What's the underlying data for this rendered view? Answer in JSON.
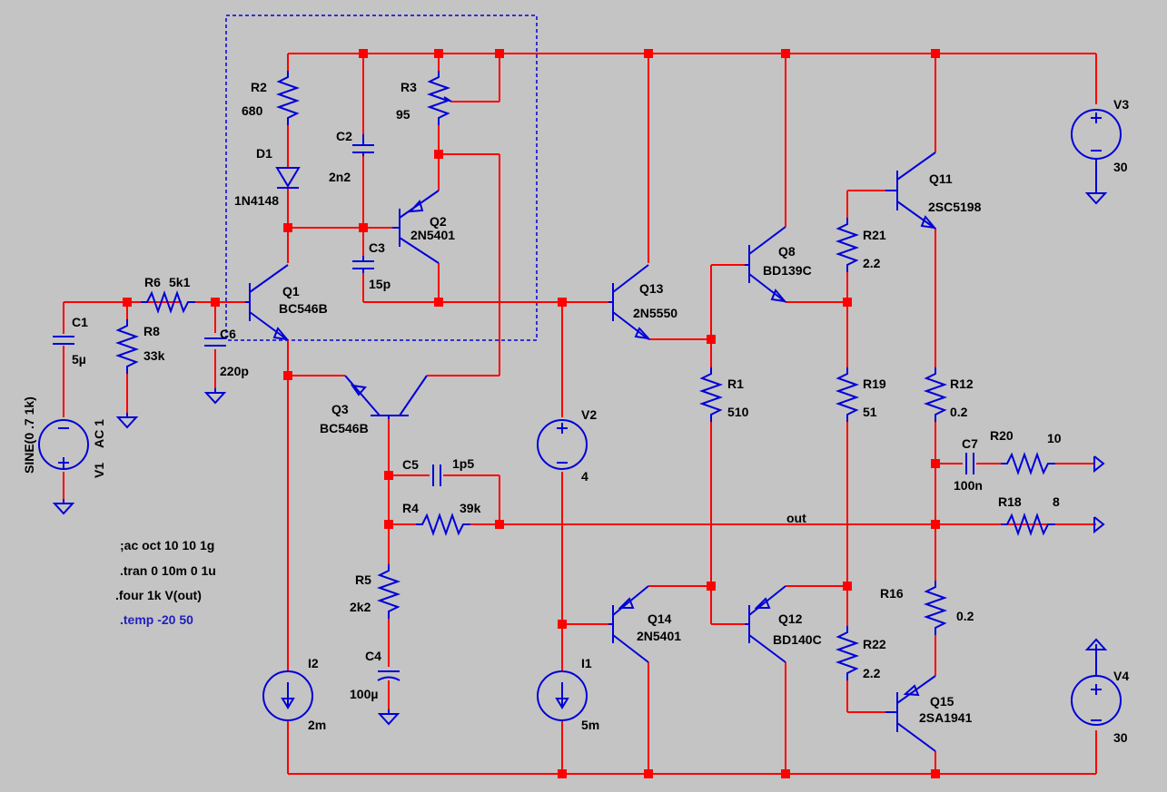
{
  "schematic": {
    "components": [
      {
        "ref": "R2",
        "value": "680"
      },
      {
        "ref": "D1",
        "value": "1N4148"
      },
      {
        "ref": "C2",
        "value": "2n2"
      },
      {
        "ref": "R3",
        "value": "95"
      },
      {
        "ref": "Q2",
        "value": "2N5401"
      },
      {
        "ref": "C3",
        "value": "15p"
      },
      {
        "ref": "R6",
        "value": "5k1"
      },
      {
        "ref": "Q1",
        "value": "BC546B"
      },
      {
        "ref": "C1",
        "value": "5µ"
      },
      {
        "ref": "R8",
        "value": "33k"
      },
      {
        "ref": "C6",
        "value": "220p"
      },
      {
        "ref": "V1",
        "value": "SINE(0 .7 1k)",
        "extra": "AC 1"
      },
      {
        "ref": "Q3",
        "value": "BC546B"
      },
      {
        "ref": "C5",
        "value": "1p5"
      },
      {
        "ref": "R4",
        "value": "39k"
      },
      {
        "ref": "R5",
        "value": "2k2"
      },
      {
        "ref": "C4",
        "value": "100µ"
      },
      {
        "ref": "I2",
        "value": "2m"
      },
      {
        "ref": "V2",
        "value": "4"
      },
      {
        "ref": "I1",
        "value": "5m"
      },
      {
        "ref": "Q13",
        "value": "2N5550"
      },
      {
        "ref": "Q14",
        "value": "2N5401"
      },
      {
        "ref": "R1",
        "value": "510"
      },
      {
        "ref": "Q8",
        "value": "BD139C"
      },
      {
        "ref": "Q12",
        "value": "BD140C"
      },
      {
        "ref": "R21",
        "value": "2.2"
      },
      {
        "ref": "R19",
        "value": "51"
      },
      {
        "ref": "R22",
        "value": "2.2"
      },
      {
        "ref": "Q11",
        "value": "2SC5198"
      },
      {
        "ref": "Q15",
        "value": "2SA1941"
      },
      {
        "ref": "R12",
        "value": "0.2"
      },
      {
        "ref": "R16",
        "value": "0.2"
      },
      {
        "ref": "C7",
        "value": "100n"
      },
      {
        "ref": "R20",
        "value": "10"
      },
      {
        "ref": "R18",
        "value": "8"
      },
      {
        "ref": "V3",
        "value": "30"
      },
      {
        "ref": "V4",
        "value": "30"
      }
    ],
    "net_labels": {
      "out": "out"
    },
    "directives": [
      {
        "text": ";ac oct 10 10 1g",
        "active": false
      },
      {
        "text": ".tran 0 10m 0 1u",
        "active": false
      },
      {
        "text": ".four 1k V(out)",
        "active": false
      },
      {
        "text": ".temp -20 50",
        "active": true
      }
    ],
    "colors": {
      "wire": "#ff0000",
      "component": "#0000d8",
      "background": "#c4c4c4",
      "text": "#000000",
      "active_directive": "#1f1fbf"
    }
  }
}
